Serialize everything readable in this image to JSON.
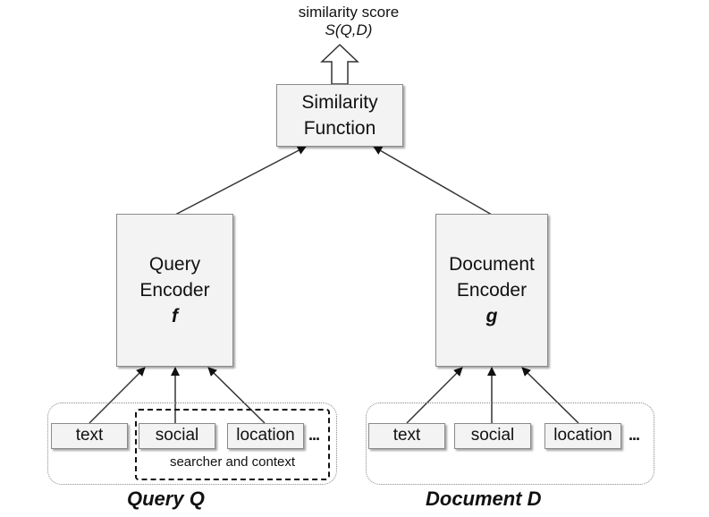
{
  "output": {
    "label": "similarity score",
    "formula": "S(Q,D)"
  },
  "similarity_function": {
    "line1": "Similarity",
    "line2": "Function"
  },
  "query_encoder": {
    "line1": "Query",
    "line2": "Encoder",
    "symbol": "f"
  },
  "document_encoder": {
    "line1": "Document",
    "line2": "Encoder",
    "symbol": "g"
  },
  "query_group": {
    "features": [
      "text",
      "social",
      "location"
    ],
    "ellipsis": "...",
    "context_label": "searcher and context",
    "caption": "Query Q"
  },
  "document_group": {
    "features": [
      "text",
      "social",
      "location"
    ],
    "ellipsis": "...",
    "caption": "Document D"
  }
}
